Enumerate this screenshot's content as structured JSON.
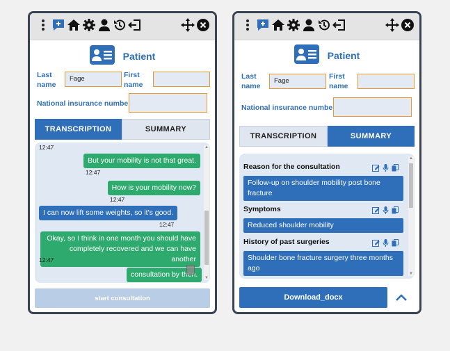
{
  "colors": {
    "accent": "#2f6fba",
    "green": "#2eaa6e",
    "field_border": "#e99a2c",
    "frame": "#3a4352"
  },
  "icons": [
    "dots-menu-icon",
    "add-note-icon",
    "home-icon",
    "gear-icon",
    "user-icon",
    "history-icon",
    "logout-icon",
    "move-icon",
    "close-icon"
  ],
  "patient": {
    "title": "Patient",
    "last_name_label": "Last name",
    "last_name_value": "Fage",
    "first_name_label": "First name",
    "first_name_value": "",
    "nin_label": "National insurance number",
    "nin_value": ""
  },
  "tabs": {
    "transcription": "TRANSCRIPTION",
    "summary": "SUMMARY"
  },
  "chat": {
    "messages": [
      {
        "time": "12:47"
      },
      {
        "text": "But your mobility is not that great.",
        "time": "12:47"
      },
      {
        "text": "How is your mobility now?",
        "time": "12:47"
      },
      {
        "text": "I can now lift some weights, so it's good.",
        "time": "12:47"
      },
      {
        "text": "Okay, so I think in one month you should have completely recovered and we can have another",
        "time": "12:47"
      },
      {
        "text": "consultation by then."
      }
    ],
    "start_button": "start consultation"
  },
  "summary": {
    "sections": [
      {
        "heading": "Reason for the consultation",
        "text": "Follow-up on shoulder mobility post bone fracture"
      },
      {
        "heading": "Symptoms",
        "text": "Reduced shoulder mobility"
      },
      {
        "heading": "History of past surgeries",
        "text": "Shoulder bone fracture surgery three months ago"
      }
    ],
    "download_button": "Download_docx"
  }
}
